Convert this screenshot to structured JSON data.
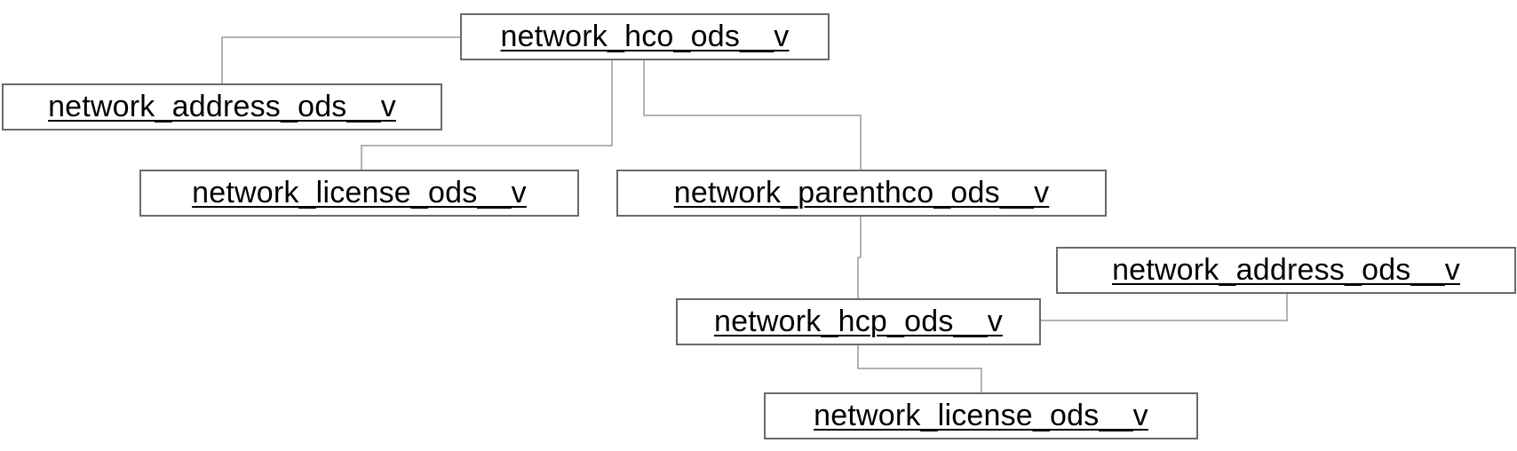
{
  "nodes": {
    "hco": {
      "label": "network_hco_ods__v"
    },
    "address_top": {
      "label": "network_address_ods__v"
    },
    "license_top": {
      "label": "network_license_ods__v"
    },
    "parenthco": {
      "label": "network_parenthco_ods__v"
    },
    "address_right": {
      "label": "network_address_ods__v"
    },
    "hcp": {
      "label": "network_hcp_ods__v"
    },
    "license_bottom": {
      "label": "network_license_ods__v"
    }
  },
  "edges": [
    {
      "from": "hco",
      "to": "address_top"
    },
    {
      "from": "hco",
      "to": "license_top"
    },
    {
      "from": "hco",
      "to": "parenthco"
    },
    {
      "from": "parenthco",
      "to": "hcp"
    },
    {
      "from": "hcp",
      "to": "address_right"
    },
    {
      "from": "hcp",
      "to": "license_bottom"
    }
  ],
  "colors": {
    "node_border": "#6a6a6a",
    "connector": "#9a9a9a",
    "text": "#000000"
  }
}
